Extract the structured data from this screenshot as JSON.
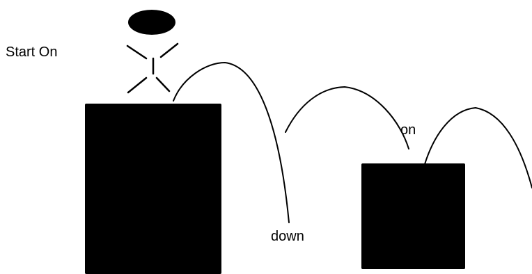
{
  "labels": {
    "start": "Start On",
    "on": "on",
    "down": "down"
  },
  "colors": {
    "ink": "#000000",
    "background": "#ffffff"
  }
}
